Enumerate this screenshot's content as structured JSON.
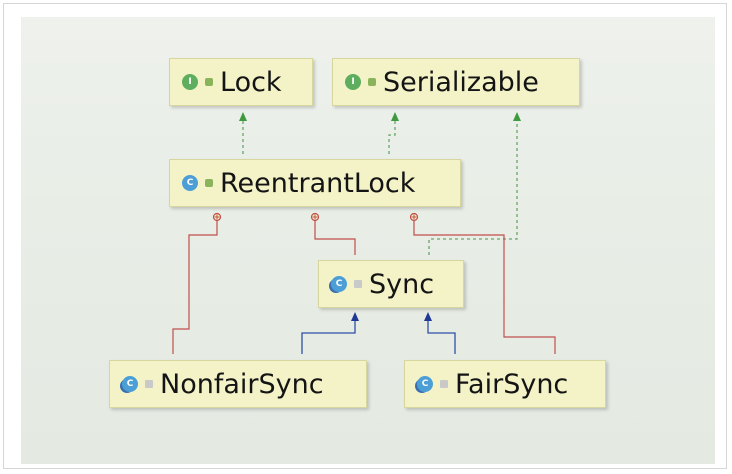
{
  "diagram": {
    "nodes": {
      "lock": {
        "label": "Lock",
        "kind": "interface",
        "badge": "I"
      },
      "serializable": {
        "label": "Serializable",
        "kind": "interface",
        "badge": "I"
      },
      "reentrantlock": {
        "label": "ReentrantLock",
        "kind": "class",
        "badge": "C"
      },
      "sync": {
        "label": "Sync",
        "kind": "abstract-class",
        "badge": "C"
      },
      "nonfairsync": {
        "label": "NonfairSync",
        "kind": "class",
        "badge": "C"
      },
      "fairsync": {
        "label": "FairSync",
        "kind": "class",
        "badge": "C"
      }
    },
    "edges": [
      {
        "from": "ReentrantLock",
        "to": "Lock",
        "type": "implements"
      },
      {
        "from": "ReentrantLock",
        "to": "Serializable",
        "type": "implements"
      },
      {
        "from": "Sync",
        "to": "Serializable",
        "type": "implements"
      },
      {
        "from": "NonfairSync",
        "to": "Sync",
        "type": "extends"
      },
      {
        "from": "FairSync",
        "to": "Sync",
        "type": "extends"
      },
      {
        "from": "Sync",
        "to": "ReentrantLock",
        "type": "inner-class"
      },
      {
        "from": "NonfairSync",
        "to": "ReentrantLock",
        "type": "inner-class"
      },
      {
        "from": "FairSync",
        "to": "ReentrantLock",
        "type": "inner-class"
      }
    ],
    "colors": {
      "node_fill": "#f4f3c8",
      "implements": "#6aa56a",
      "extends": "#2f4fa8",
      "inner_class": "#c0504d"
    }
  }
}
